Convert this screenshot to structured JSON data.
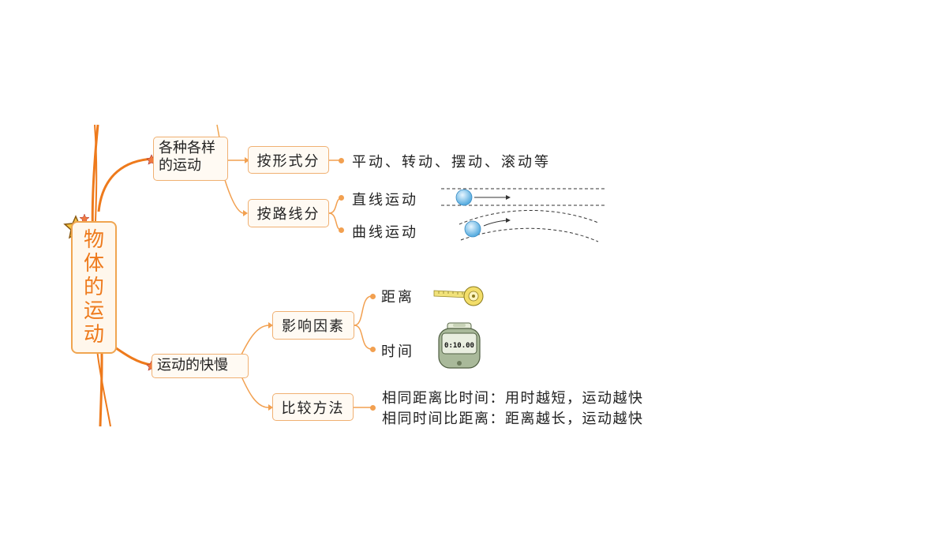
{
  "root": {
    "label": "物体的运动"
  },
  "branch_types": {
    "label": "各种各样的运动",
    "by_form": {
      "label": "按形式分",
      "items": "平动、转动、摆动、滚动等"
    },
    "by_path": {
      "label": "按路线分",
      "straight": "直线运动",
      "curved": "曲线运动"
    }
  },
  "branch_speed": {
    "label": "运动的快慢",
    "factors": {
      "label": "影响因素",
      "distance": "距离",
      "time": "时间"
    },
    "compare": {
      "label": "比较方法",
      "rule1": "相同距离比时间：用时越短，运动越快",
      "rule2": "相同时间比距离：距离越长，运动越快"
    }
  },
  "illustrations": {
    "ball-icon": "sphere",
    "tape-measure-icon": "tape",
    "stopwatch-icon": "stopwatch",
    "stopwatch_display": "0:10.00"
  },
  "colors": {
    "accent": "#ee7a1c",
    "line": "#f2a050",
    "border": "#f0b072"
  }
}
